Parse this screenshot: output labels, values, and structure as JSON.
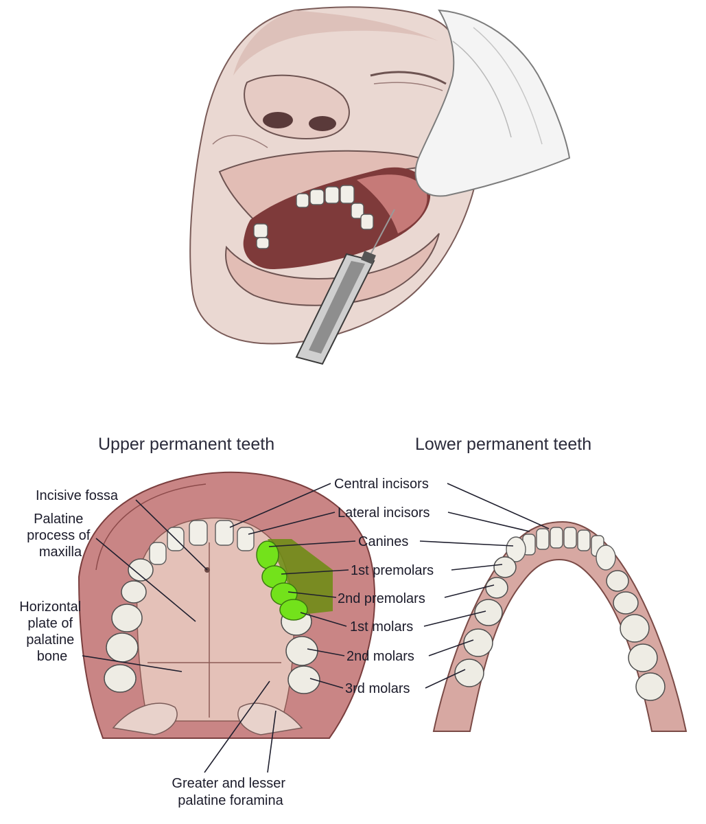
{
  "titles": {
    "upper": "Upper permanent teeth",
    "lower": "Lower permanent teeth"
  },
  "labels": {
    "incisive_fossa": "Incisive fossa",
    "palatine_process": [
      "Palatine",
      "process of",
      "maxilla"
    ],
    "horizontal_plate": [
      "Horizontal",
      "plate of",
      "palatine",
      "bone"
    ],
    "central_incisors": "Central incisors",
    "lateral_incisors": "Lateral incisors",
    "canines": "Canines",
    "first_premolars": "1st premolars",
    "second_premolars": "2nd premolars",
    "first_molars": "1st molars",
    "second_molars": "2nd molars",
    "third_molars": "3rd molars",
    "palatine_foramina": [
      "Greater and lesser",
      "palatine foramina"
    ]
  },
  "colors": {
    "skin": "#ead8d2",
    "gum": "#c98585",
    "palate": "#e4c1b8",
    "mouth_interior": "#7e3a3a",
    "highlight": "#73e21b",
    "highlight_shadow": "#6b8c10",
    "drape": "#f4f4f4"
  },
  "icons": {
    "syringe": "syringe-icon"
  }
}
